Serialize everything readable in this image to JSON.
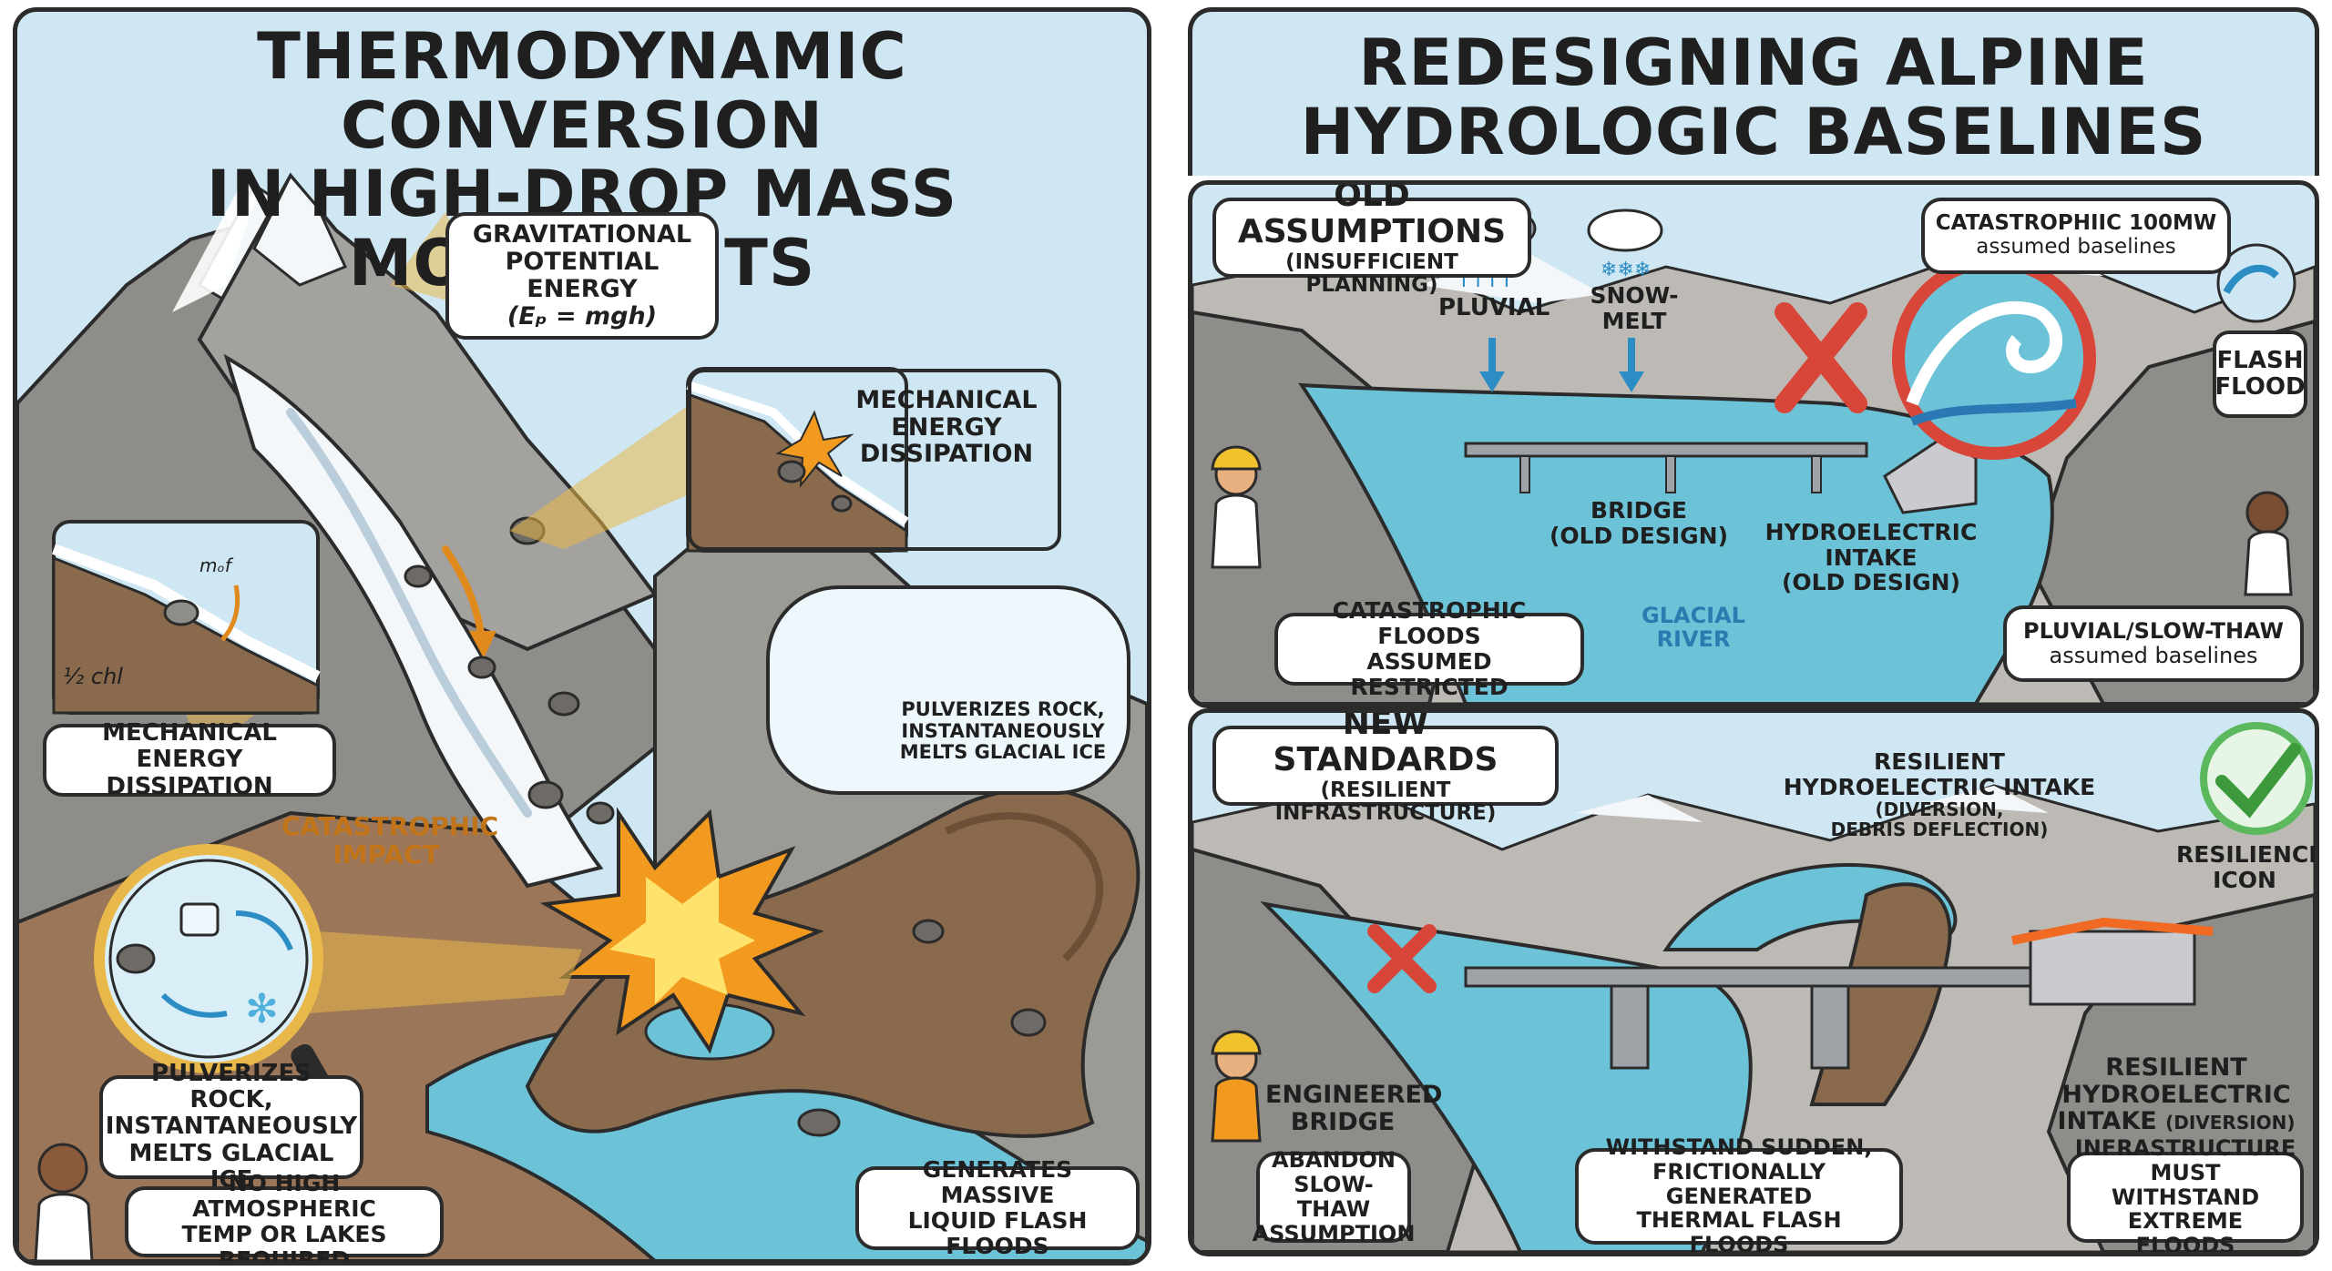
{
  "left": {
    "title_lines": [
      "THERMODYNAMIC CONVERSION",
      "IN HIGH-DROP MASS MOVEMENTS"
    ],
    "gpe": {
      "lines": [
        "GRAVITATIONAL",
        "POTENTIAL ENERGY"
      ],
      "formula": "(Eₚ = mgh)"
    },
    "mech_top": [
      "MECHANICAL",
      "ENERGY",
      "DISSIPATION"
    ],
    "mech_left": [
      "MECHANICAL ENERGY",
      "DISSIPATION"
    ],
    "inset_scribble_mof": "mₒf",
    "inset_scribble_half": "½ chl",
    "pulverize_right": [
      "PULVERIZES ROCK,",
      "INSTANTANEOUSLY",
      "MELTS GLACIAL ICE"
    ],
    "impact": [
      "CATASTROPHIC",
      "IMPACT"
    ],
    "pulverize_left": [
      "PULVERIZES ROCK,",
      "INSTANTANEOUSLY",
      "MELTS GLACIAL ICE"
    ],
    "no_high": [
      "NO HIGH ATMOSPHERIC",
      "TEMP OR LAKES REQUIRED"
    ],
    "generates": [
      "GENERATES MASSIVE",
      "LIQUID FLASH FLOODS"
    ]
  },
  "right": {
    "title_lines": [
      "REDESIGNING ALPINE",
      "HYDROLOGIC BASELINES"
    ],
    "old": {
      "heading": "OLD ASSUMPTIONS",
      "subheading": "(INSUFFICIENT PLANNING)",
      "pluvial": "PLUVIAL",
      "snowmelt": [
        "SNOW-",
        "MELT"
      ],
      "catastrophic_baselines": [
        "CATASTROPHIIC 100MW",
        "assumed baselines"
      ],
      "flash_flood": [
        "FLASH",
        "FLOOD"
      ],
      "bridge": [
        "BRIDGE",
        "(OLD DESIGN)"
      ],
      "intake": [
        "HYDROELECTRIC INTAKE",
        "(OLD DESIGN)"
      ],
      "river": [
        "GLACIAL",
        "RIVER"
      ],
      "restricted": [
        "CATASTROPHIC FLOODS",
        "ASSUMED RESTRICTED"
      ],
      "pluvial_baselines": [
        "PLUVIAL/SLOW-THAW",
        "assumed baselines"
      ]
    },
    "new": {
      "heading": "NEW STANDARDS",
      "subheading": "(RESILIENT INFRASTRUCTURE)",
      "resilient_intake_top": [
        "RESILIENT",
        "HYDROELECTRIC INTAKE"
      ],
      "resilient_intake_top_sub": [
        "(DIVERSION,",
        "DEBRIS DEFLECTION)"
      ],
      "resilience_icon": [
        "RESILIENCE",
        "ICON"
      ],
      "engineered_bridge": [
        "ENGINEERED",
        "BRIDGE"
      ],
      "resilient_intake_bottom": [
        "RESILIENT",
        "HYDROELECTRIC"
      ],
      "resilient_intake_bottom_last": "INTAKE",
      "resilient_intake_bottom_note": "(DIVERSION)",
      "abandon": [
        "ABANDON",
        "SLOW-THAW",
        "ASSUMPTION"
      ],
      "withstand": [
        "WITHSTAND SUDDEN,",
        "FRICTIONALLY GENERATED",
        "THERMAL FLASH FLOODS"
      ],
      "infrastructure": [
        "INFRASTRUCTURE",
        "MUST WITHSTAND",
        "EXTREME FLOODS"
      ]
    }
  },
  "colors": {
    "sky": "#cfe7f2",
    "rock": "#8e8d89",
    "snow": "#f4f7fa",
    "water": "#6cc3d8",
    "mud": "#8a6a4c",
    "accent_orange": "#f2a623",
    "accent_red": "#d8463a",
    "accent_green": "#5cb85c",
    "gold": "#e9b84a"
  }
}
